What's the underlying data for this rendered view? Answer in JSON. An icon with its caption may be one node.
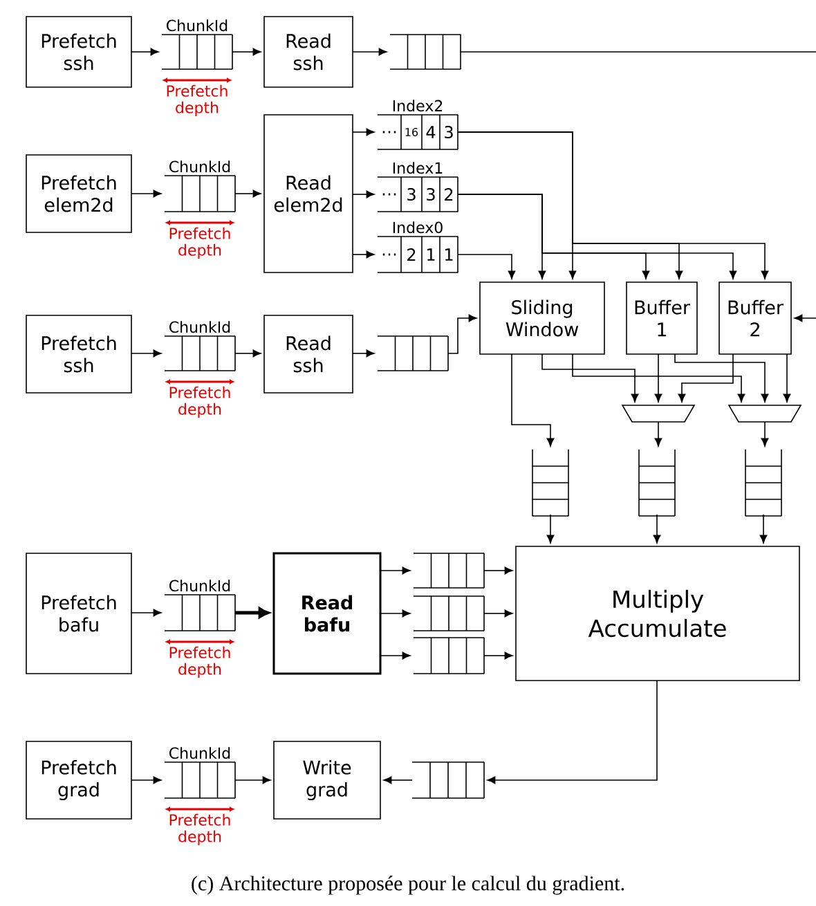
{
  "diagram": {
    "caption": "(c) Architecture proposée pour le calcul du gradient.",
    "nodes": [
      {
        "text": [
          "Prefetch ssh"
        ]
      },
      {
        "text": [
          "ChunkId"
        ],
        "beside": [
          "Prefetch depth"
        ]
      },
      {
        "text": [
          "Read ssh"
        ]
      },
      {
        "text": [],
        "shape": "queue"
      },
      {
        "text": [
          "Prefetch elem2d"
        ]
      },
      {
        "text": [
          "ChunkId"
        ],
        "beside": [
          "Prefetch depth"
        ]
      },
      {
        "text": [
          "Read elem2d"
        ]
      },
      {
        "text": [
          "Index2",
          "…",
          "16",
          "4",
          "3"
        ]
      },
      {
        "text": [
          "Index1",
          "…",
          "3",
          "3",
          "2"
        ]
      },
      {
        "text": [
          "Index0",
          "…",
          "2",
          "1",
          "1"
        ]
      },
      {
        "text": [
          "Prefetch ssh"
        ]
      },
      {
        "text": [
          "ChunkId"
        ],
        "beside": [
          "Prefetch depth"
        ]
      },
      {
        "text": [
          "Read ssh"
        ]
      },
      {
        "text": [],
        "shape": "queue"
      },
      {
        "text": [
          "Sliding Window"
        ]
      },
      {
        "text": [
          "Buffer 1"
        ]
      },
      {
        "text": [
          "Buffer 2"
        ]
      },
      {
        "text": [],
        "shape": "trapezoid"
      },
      {
        "text": [],
        "shape": "trapezoid"
      },
      {
        "text": [],
        "shape": "queue"
      },
      {
        "text": [],
        "shape": "queue"
      },
      {
        "text": [],
        "shape": "queue"
      },
      {
        "text": [
          "Prefetch bafu"
        ]
      },
      {
        "text": [
          "ChunkId"
        ],
        "beside": [
          "Prefetch depth"
        ]
      },
      {
        "text": [
          "Read bafu"
        ]
      },
      {
        "text": [],
        "shape": "queue"
      },
      {
        "text": [],
        "shape": "queue"
      },
      {
        "text": [],
        "shape": "queue"
      },
      {
        "text": [
          "Multiply Accumulate"
        ]
      },
      {
        "text": [
          "Prefetch grad"
        ]
      },
      {
        "text": [
          "ChunkId"
        ],
        "beside": [
          "Prefetch depth"
        ]
      },
      {
        "text": [
          "Write grad"
        ]
      },
      {
        "text": [],
        "shape": "queue"
      }
    ],
    "edges": [
      {
        "from": 0,
        "to": 1,
        "arrow": "to"
      },
      {
        "from": 1,
        "to": 2,
        "arrow": "to"
      },
      {
        "from": 2,
        "to": 3,
        "arrow": "to"
      },
      {
        "from": 3,
        "to": null,
        "arrow": "none"
      },
      {
        "from": null,
        "to": 16,
        "arrow": "to"
      },
      {
        "from": 4,
        "to": 5,
        "arrow": "to"
      },
      {
        "from": 5,
        "to": 6,
        "arrow": "to"
      },
      {
        "from": 6,
        "to": 7,
        "arrow": "to"
      },
      {
        "from": 6,
        "to": 8,
        "arrow": "to"
      },
      {
        "from": 6,
        "to": 9,
        "arrow": "to"
      },
      {
        "from": 7,
        "to": 14,
        "arrow": "to"
      },
      {
        "from": 7,
        "to": 15,
        "arrow": "to"
      },
      {
        "from": 7,
        "to": 16,
        "arrow": "to"
      },
      {
        "from": 8,
        "to": 14,
        "arrow": "to"
      },
      {
        "from": 8,
        "to": 15,
        "arrow": "to"
      },
      {
        "from": 8,
        "to": 16,
        "arrow": "to"
      },
      {
        "from": 9,
        "to": 14,
        "arrow": "to"
      },
      {
        "from": 12,
        "to": 13,
        "arrow": "to"
      },
      {
        "from": 13,
        "to": 14,
        "arrow": "to"
      },
      {
        "from": 14,
        "to": 19,
        "arrow": "to"
      },
      {
        "from": 14,
        "to": 17,
        "arrow": "to"
      },
      {
        "from": 14,
        "to": 18,
        "arrow": "to"
      },
      {
        "from": 15,
        "to": 17,
        "arrow": "to"
      },
      {
        "from": 15,
        "to": 18,
        "arrow": "to"
      },
      {
        "from": 16,
        "to": 17,
        "arrow": "to"
      },
      {
        "from": 16,
        "to": 18,
        "arrow": "to"
      },
      {
        "from": 17,
        "to": 20,
        "arrow": "to"
      },
      {
        "from": 18,
        "to": 21,
        "arrow": "to"
      },
      {
        "from": 19,
        "to": 28,
        "arrow": "to"
      },
      {
        "from": 20,
        "to": 28,
        "arrow": "to"
      },
      {
        "from": 21,
        "to": 28,
        "arrow": "to"
      },
      {
        "from": 22,
        "to": 23,
        "arrow": "to"
      },
      {
        "from": 23,
        "to": 24,
        "arrow": "to",
        "style": "thick"
      },
      {
        "from": 24,
        "to": 25,
        "arrow": "to"
      },
      {
        "from": 24,
        "to": 26,
        "arrow": "to"
      },
      {
        "from": 24,
        "to": 27,
        "arrow": "to"
      },
      {
        "from": 25,
        "to": 28,
        "arrow": "to"
      },
      {
        "from": 26,
        "to": 28,
        "arrow": "to"
      },
      {
        "from": 27,
        "to": 28,
        "arrow": "to"
      },
      {
        "from": 28,
        "to": 32,
        "arrow": "to"
      },
      {
        "from": 32,
        "to": 31,
        "arrow": "to"
      },
      {
        "from": 29,
        "to": 30,
        "arrow": "to"
      },
      {
        "from": 30,
        "to": 31,
        "arrow": "to"
      },
      {
        "from": 10,
        "to": 11,
        "arrow": "to"
      },
      {
        "from": 11,
        "to": 12,
        "arrow": "to"
      }
    ]
  }
}
